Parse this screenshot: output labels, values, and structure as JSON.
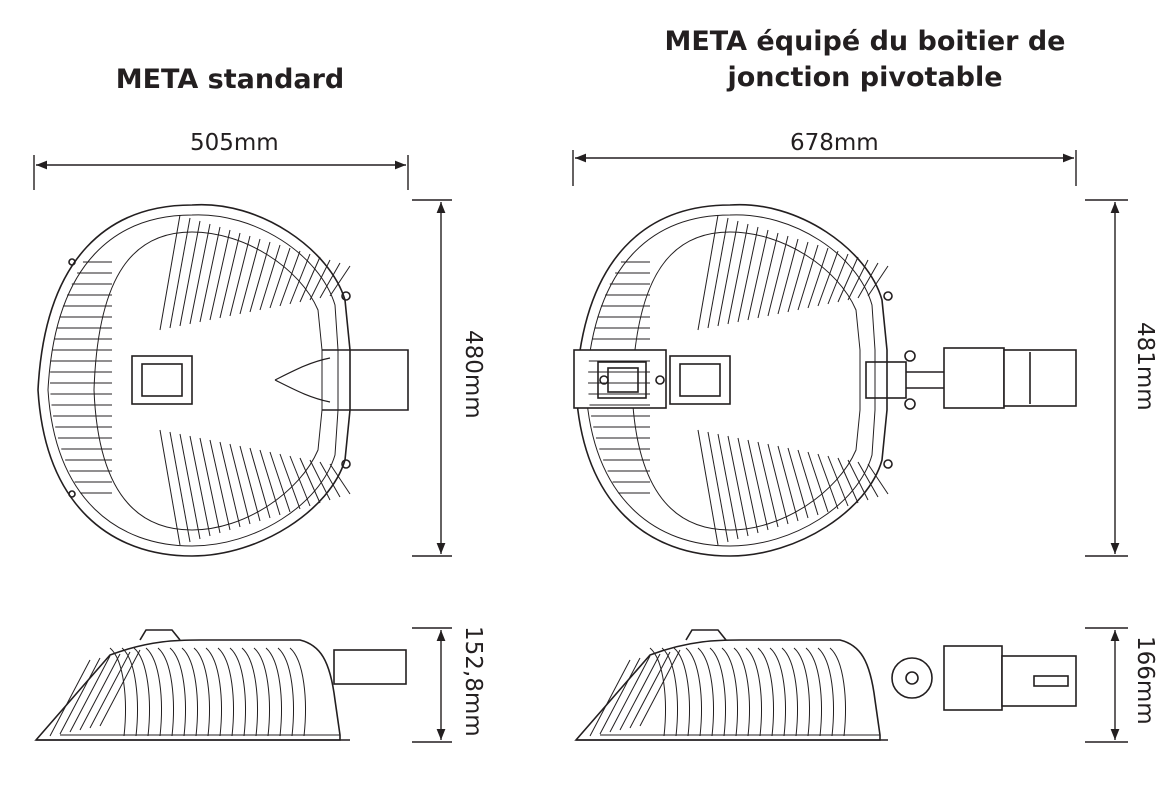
{
  "titles": {
    "standard": "META standard",
    "pivot_line1": "META équipé du boitier de",
    "pivot_line2": "jonction pivotable"
  },
  "dimensions": {
    "standard_width": "505mm",
    "standard_height": "480mm",
    "standard_depth": "152,8mm",
    "pivot_width": "678mm",
    "pivot_height": "481mm",
    "pivot_depth": "166mm"
  },
  "colors": {
    "line": "#231f20",
    "background": "#ffffff"
  }
}
